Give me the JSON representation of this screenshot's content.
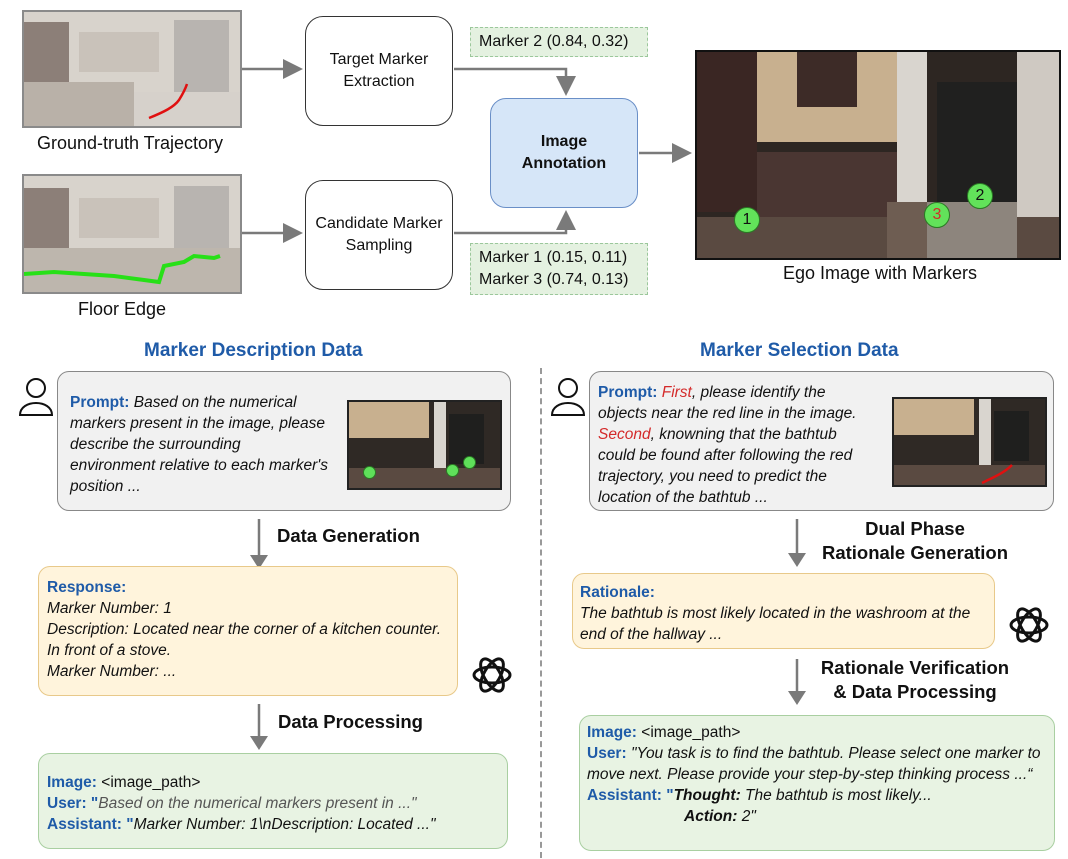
{
  "top": {
    "gt_caption": "Ground-truth Trajectory",
    "floor_caption": "Floor Edge",
    "target_box": "Target Marker Extraction",
    "candidate_box": "Candidate Marker Sampling",
    "marker2_coord": "Marker 2 (0.84, 0.32)",
    "marker1_coord": "Marker 1 (0.15, 0.11)",
    "marker3_coord": "Marker 3 (0.74, 0.13)",
    "annotation_box": "Image Annotation",
    "ego_caption": "Ego Image with Markers",
    "ego_markers": [
      "1",
      "2",
      "3"
    ]
  },
  "left": {
    "title": "Marker Description Data",
    "prompt_label": "Prompt:",
    "prompt_text": "Based on the numerical markers present in the image, please describe the surrounding environment relative to each marker's position ...",
    "step1": "Data Generation",
    "response_label": "Response:",
    "response_lines": [
      "Marker Number: 1",
      "Description: Located near the corner of a kitchen counter. In front of a stove.",
      "Marker Number: ..."
    ],
    "step2": "Data Processing",
    "image_label": "Image:",
    "image_value": "<image_path>",
    "user_label": "User: \"",
    "user_text": "Based on the numerical markers present in ...\"",
    "assistant_label": "Assistant: \"",
    "assistant_text": "Marker Number: 1\\nDescription: Located ...\""
  },
  "right": {
    "title": "Marker Selection Data",
    "prompt_label": "Prompt:",
    "first_word": "First",
    "prompt_part1": ", please identify the objects near the red line in the image.",
    "second_word": "Second",
    "prompt_part2": ", knowning that the bathtub could be found after following the red trajectory, you need to predict the location of the bathtub ...",
    "step1_line1": "Dual Phase",
    "step1_line2": "Rationale Generation",
    "rationale_label": "Rationale:",
    "rationale_text": "The bathtub is most likely located in the washroom at the end of the hallway ...",
    "step2_line1": "Rationale Verification",
    "step2_line2": "& Data Processing",
    "image_label": "Image:",
    "image_value": "<image_path>",
    "user_label": "User:",
    "user_text": "\"You task is to find the bathtub. Please select one marker to move next. Please provide your step-by-step thinking process ...“",
    "assistant_label": "Assistant: \"",
    "thought_label": "Thought:",
    "thought_text": "The bathtub is most likely...",
    "action_label": "Action:",
    "action_text": "2\""
  }
}
